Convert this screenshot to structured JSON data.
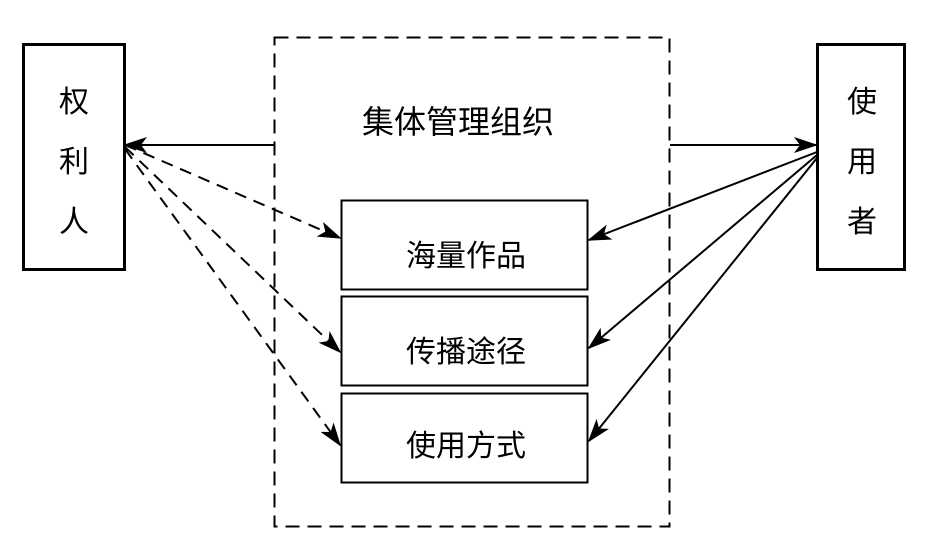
{
  "diagram": {
    "title": "集体管理组织",
    "nodes": {
      "rights_holder": {
        "label_chars": [
          "权",
          "利",
          "人"
        ]
      },
      "user": {
        "label_chars": [
          "使",
          "用",
          "者"
        ]
      },
      "organization": {
        "label": "集体管理组织",
        "border": "dashed"
      },
      "inner": [
        {
          "id": "works",
          "label": "海量作品"
        },
        {
          "id": "channels",
          "label": "传播途径"
        },
        {
          "id": "usage",
          "label": "使用方式"
        }
      ]
    },
    "edges": [
      {
        "from": "organization",
        "to": "rights_holder",
        "style": "solid"
      },
      {
        "from": "organization",
        "to": "user",
        "style": "solid"
      },
      {
        "from": "rights_holder",
        "to": "works",
        "style": "dashed"
      },
      {
        "from": "rights_holder",
        "to": "channels",
        "style": "dashed"
      },
      {
        "from": "rights_holder",
        "to": "usage",
        "style": "dashed"
      },
      {
        "from": "user",
        "to": "works",
        "style": "solid"
      },
      {
        "from": "user",
        "to": "channels",
        "style": "solid"
      },
      {
        "from": "user",
        "to": "usage",
        "style": "solid"
      }
    ],
    "colors": {
      "stroke": "#000000",
      "background": "#ffffff"
    }
  }
}
